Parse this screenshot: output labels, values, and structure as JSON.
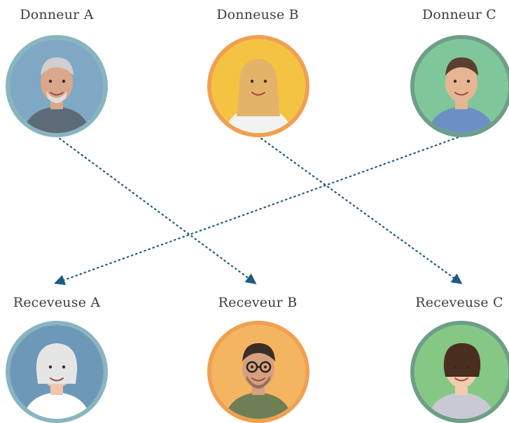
{
  "donors": [
    {
      "label": "Donneur A",
      "ring_color": "#88b5bf",
      "bg_color": "#7fa8c4"
    },
    {
      "label": "Donneuse B",
      "ring_color": "#f0a050",
      "bg_color": "#f5c342"
    },
    {
      "label": "Donneur C",
      "ring_color": "#6d9e86",
      "bg_color": "#7fc79b"
    }
  ],
  "recipients": [
    {
      "label": "Receveuse A",
      "ring_color": "#88b5bf",
      "bg_color": "#6e98b8"
    },
    {
      "label": "Receveur B",
      "ring_color": "#f0a050",
      "bg_color": "#f4b561"
    },
    {
      "label": "Receveuse C",
      "ring_color": "#6d9e86",
      "bg_color": "#84c884"
    }
  ],
  "links": [
    {
      "from": "Donneur A",
      "to": "Receveur B"
    },
    {
      "from": "Donneuse B",
      "to": "Receveuse C"
    },
    {
      "from": "Donneur C",
      "to": "Receveuse A"
    }
  ],
  "colors": {
    "arrow": "#1f5b82",
    "text": "#3d3d3d"
  }
}
